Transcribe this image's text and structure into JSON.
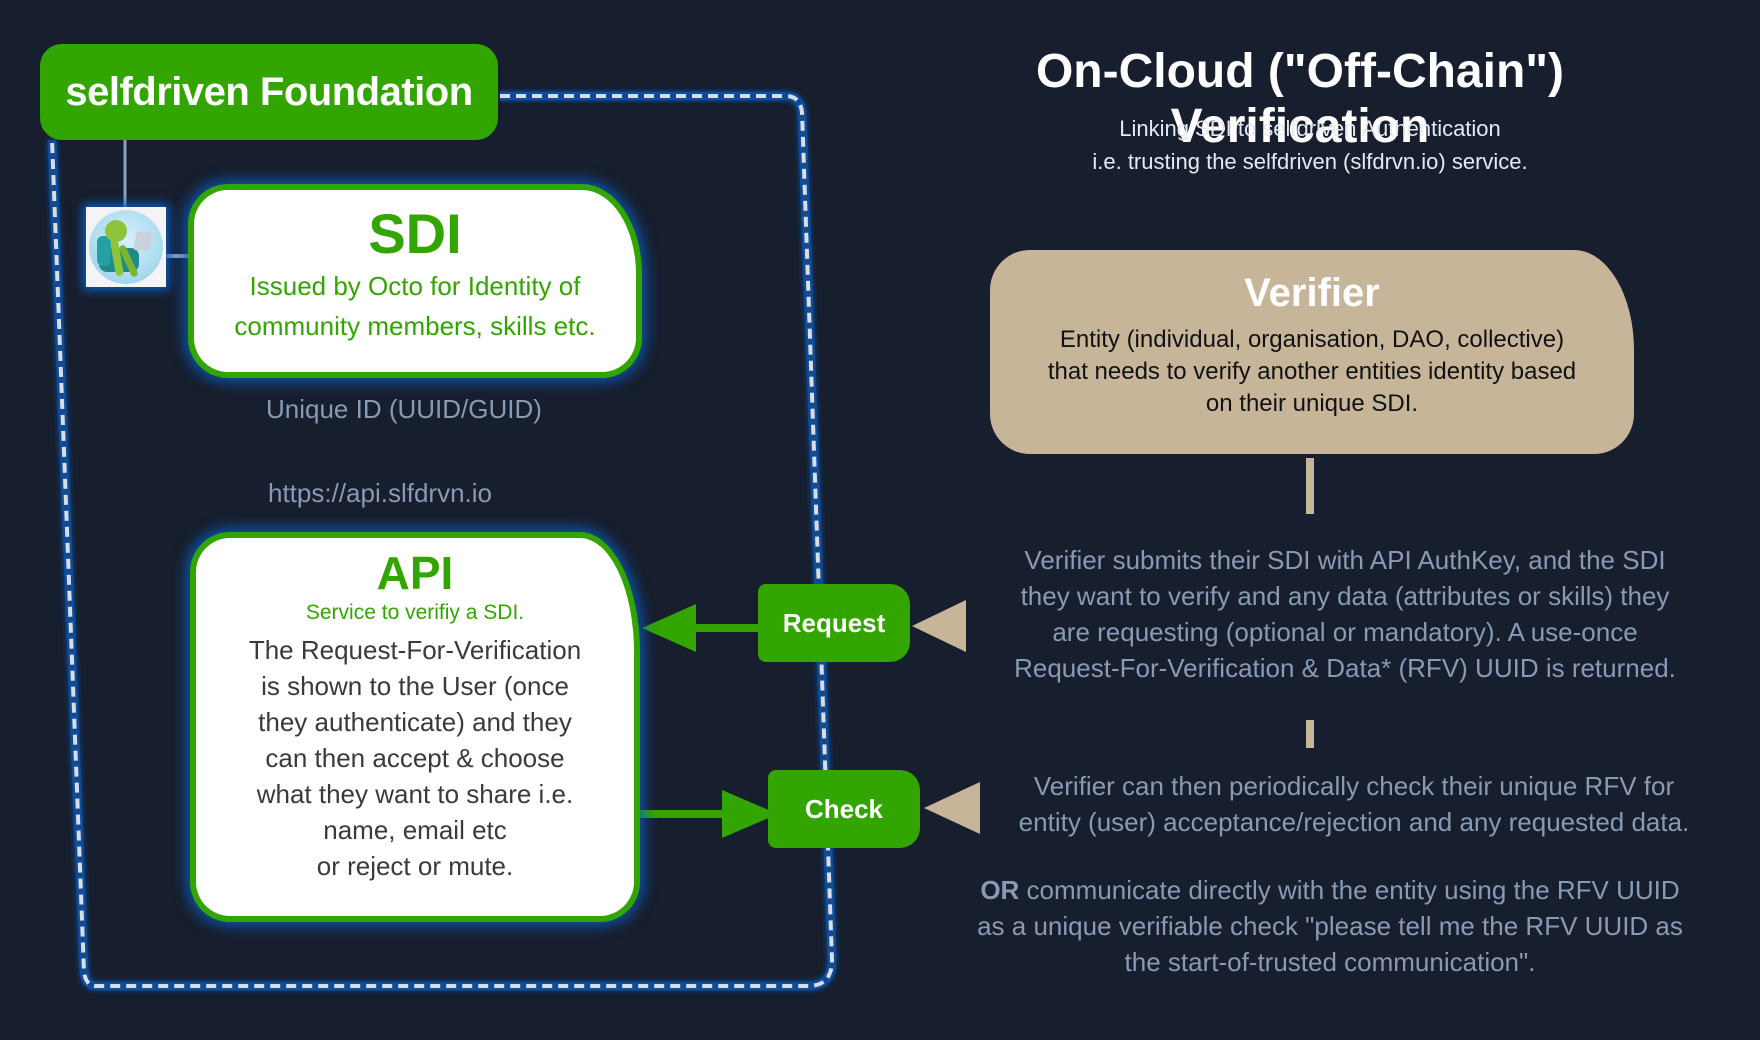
{
  "diagram": {
    "title": "On-Cloud (\"Off-Chain\") Verification",
    "subtitle_lines": [
      "Linking SDI to selfdriven Authentication",
      "i.e. trusting the selfdriven (slfdrvn.io) service."
    ]
  },
  "foundation": {
    "label": "selfdriven Foundation",
    "avatar_icon": "octopus-on-armchair-with-laptop"
  },
  "sdi": {
    "title": "SDI",
    "subtitle_lines": [
      "Issued by Octo for Identity of",
      "community members, skills etc."
    ],
    "caption": "Unique ID (UUID/GUID)"
  },
  "api": {
    "url": "https://api.slfdrvn.io",
    "title": "API",
    "subtitle": "Service to verifiy a SDI.",
    "body_lines": [
      "The Request-For-Verification",
      "is shown to the User (once",
      "they authenticate) and they",
      "can then accept & choose",
      "what they want to share i.e.",
      "name, email etc",
      "or reject or mute."
    ]
  },
  "actions": {
    "request_label": "Request",
    "check_label": "Check"
  },
  "verifier": {
    "title": "Verifier",
    "body_lines": [
      "Entity (individual, organisation, DAO, collective)",
      "that needs to verify another entities identity based",
      "on their unique SDI."
    ]
  },
  "steps": {
    "request_lines": [
      "Verifier submits their SDI with API AuthKey, and the SDI",
      "they want to verify and any data (attributes or skills) they",
      "are requesting (optional or mandatory).  A use-once",
      "Request-For-Verification & Data* (RFV) UUID is returned."
    ],
    "check_lines": [
      "Verifier can then periodically check their unique RFV for",
      "entity (user) acceptance/rejection and any requested data."
    ],
    "alt_bold": "OR",
    "alt_lines": [
      " communicate directly with the entity using the RFV UUID",
      "as a unique verifiable check \"please tell me the RFV UUID as",
      "the start-of-trusted communication\"."
    ]
  },
  "colors": {
    "background": "#171e2d",
    "green": "#33a501",
    "tan": "#c7b59a",
    "glow_blue": "#0b5fc4",
    "muted_text": "#8a9ab5"
  }
}
